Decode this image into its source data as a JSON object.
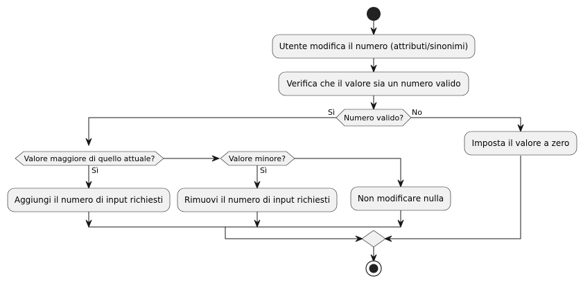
{
  "nodes": {
    "modify": "Utente modifica il numero (attributi/sinonimi)",
    "verify": "Verifica che il valore sia un numero valido",
    "set_zero": "Imposta il valore a zero",
    "add_inputs": "Aggiungi il numero di input richiesti",
    "remove_inputs": "Rimuovi il numero di input richiesti",
    "no_change": "Non modificare nulla"
  },
  "decisions": {
    "valid": "Numero valido?",
    "greater": "Valore maggiore di quello attuale?",
    "smaller": "Valore minore?"
  },
  "edge_labels": {
    "valid_yes": "Sì",
    "valid_no": "No",
    "greater_yes": "Sì",
    "smaller_yes": "Sì"
  },
  "colors": {
    "node_fill": "#f1f1f1",
    "stroke": "#181818",
    "start_end": "#222222"
  }
}
